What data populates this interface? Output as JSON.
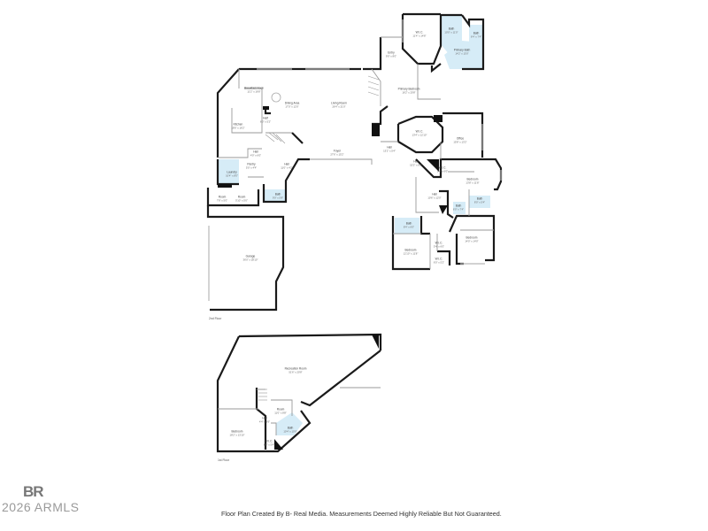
{
  "disclaimer": "Floor Plan Created By B- Real Media. Measurements Deemed Highly Reliable But Not Guaranteed.",
  "logo": "BR",
  "copyright": "2026 ARMLS",
  "floors": {
    "main": "2nd Floor",
    "lower": "1st Floor"
  },
  "colors": {
    "wall": "#1a1a1a",
    "bath_fill": "#d6ecf7",
    "thin_wall": "#9a9a9a",
    "window": "#b8b8b8"
  },
  "rooms": {
    "wic_top": {
      "name": "W.I.C.",
      "dim": "11'4\" x 14'8\""
    },
    "bath_top": {
      "name": "Bath",
      "dim": "10'0\" x 11'0\""
    },
    "bath_top_right": {
      "name": "Bath",
      "dim": "6'4\" x 7'4\""
    },
    "primary_bath": {
      "name": "Primary Bath",
      "dim": "14'2\" x 15'0\""
    },
    "entry": {
      "name": "Entry",
      "dim": "9'0\" x 8'0\""
    },
    "breakfast_nook": {
      "name": "Breakfast Nook",
      "dim": "11'2\" x 16'8\""
    },
    "dining_area": {
      "name": "Dining Area",
      "dim": "17'0\" x 12'0\""
    },
    "living_room": {
      "name": "Living Room",
      "dim": "26'4\" x 21'0\""
    },
    "primary_bedroom": {
      "name": "Primary Bedroom",
      "dim": "16'2\" x 20'8\""
    },
    "kitchen": {
      "name": "Kitchen",
      "dim": "18'6\" x 16'2\""
    },
    "wic_mid": {
      "name": "W.I.C.",
      "dim": "13'4\" x 12'10\""
    },
    "office": {
      "name": "Office",
      "dim": "15'8\" x 13'2\""
    },
    "hall_center": {
      "name": "Hall",
      "dim": "13'2\" x 5'4\""
    },
    "foyer": {
      "name": "Foyer",
      "dim": "27'6\" x 15'2\""
    },
    "half": {
      "name": "Half",
      "dim": "6'0\" x 5'2\""
    },
    "hall_a": {
      "name": "Hall",
      "dim": "4'0\" x 6'0\""
    },
    "hall_b": {
      "name": "Hall",
      "dim": "11'0\" x 4'2\""
    },
    "pantry": {
      "name": "Pantry",
      "dim": "5'0\" x 4'4\""
    },
    "laundry": {
      "name": "Laundry",
      "dim": "10'4\" x 8'0\""
    },
    "hall_right": {
      "name": "Hall",
      "dim": "15'2\" x 6'0\""
    },
    "wic_right": {
      "name": "W.I.C.",
      "dim": "5'4\" x 6'0\""
    },
    "bedroom_r1": {
      "name": "Bedroom",
      "dim": "13'8\" x 11'8\""
    },
    "room_a": {
      "name": "Room",
      "dim": "7'8\" x 5'0\""
    },
    "room_b": {
      "name": "Room",
      "dim": "5'10\" x 5'0\""
    },
    "bath_mid": {
      "name": "Bath",
      "dim": "9'0\" x 5'8\""
    },
    "hall_lower": {
      "name": "Hall",
      "dim": "10'6\" x 12'0\""
    },
    "bath_r1": {
      "name": "Bath",
      "dim": "8'0\" x 5'4\""
    },
    "bath_r2": {
      "name": "Bath",
      "dim": "6'0\" x 7'4\""
    },
    "bath_l": {
      "name": "Bath",
      "dim": "8'4\" x 6'0\""
    },
    "wic_l1": {
      "name": "W.I.C.",
      "dim": "5'4\" x 6'0\""
    },
    "bedroom_r2": {
      "name": "Bedroom",
      "dim": "14'0\" x 14'0\""
    },
    "bedroom_l": {
      "name": "Bedroom",
      "dim": "12'10\" x 11'8\""
    },
    "wic_l2": {
      "name": "W.I.C.",
      "dim": "6'0\" x 5'2\""
    },
    "garage": {
      "name": "Garage",
      "dim": "36'0\" x 28'10\""
    },
    "recreation_room": {
      "name": "Recreation Room",
      "dim": "51'6\" x 20'8\""
    },
    "room_lower": {
      "name": "Room",
      "dim": "11'0\" x 8'8\""
    },
    "hall_lower2": {
      "name": "Hall",
      "dim": "4'4\" x 3'6\""
    },
    "bedroom_lower": {
      "name": "Bedroom",
      "dim": "18'2\" x 13'10\""
    },
    "bath_lower": {
      "name": "Bath",
      "dim": "10'4\" x 10'0\""
    },
    "wic_lower": {
      "name": "W.I.C.",
      "dim": "6'8\" x 5'4\""
    }
  }
}
